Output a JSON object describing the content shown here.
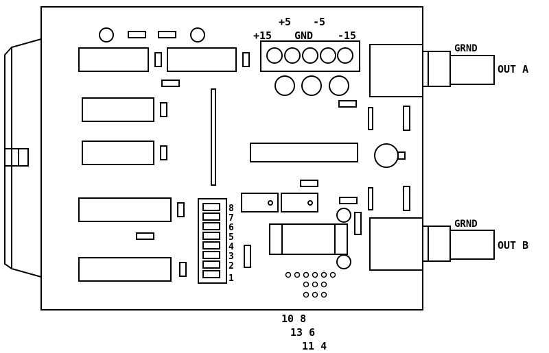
{
  "power": {
    "plus5": "+5",
    "minus5": "-5",
    "plus15": "+15",
    "gnd": "GND",
    "minus15": "-15"
  },
  "outputs": {
    "a_ground": "GRND",
    "a_label": "OUT A",
    "b_ground": "GRND",
    "b_label": "OUT B"
  },
  "dip_switch": {
    "positions": [
      "8",
      "7",
      "6",
      "5",
      "4",
      "3",
      "2",
      "1"
    ]
  },
  "connector_pins": {
    "row1": "10 8",
    "row2": "13 6",
    "row3": "11 4"
  }
}
